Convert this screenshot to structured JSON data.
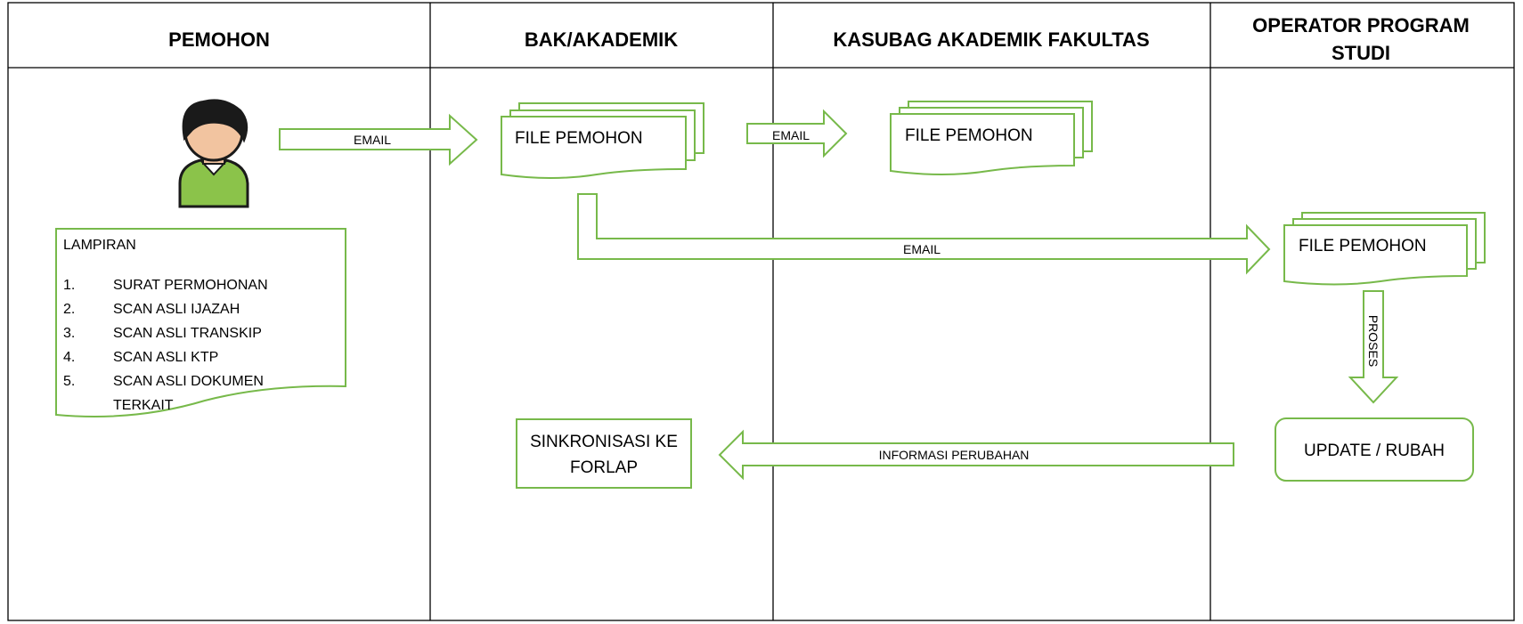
{
  "lanes": [
    "PEMOHON",
    "BAK/AKADEMIK",
    "KASUBAG AKADEMIK FAKULTAS",
    [
      "OPERATOR PROGRAM",
      "STUDI"
    ]
  ],
  "attachment": {
    "title": "LAMPIRAN",
    "items": [
      {
        "num": "1.",
        "text": [
          "SURAT PERMOHONAN"
        ]
      },
      {
        "num": "2.",
        "text": [
          "SCAN ASLI IJAZAH"
        ]
      },
      {
        "num": "3.",
        "text": [
          "SCAN ASLI TRANSKIP"
        ]
      },
      {
        "num": "4.",
        "text": [
          "SCAN ASLI KTP"
        ]
      },
      {
        "num": "5.",
        "text": [
          "SCAN ASLI DOKUMEN",
          "TERKAIT"
        ]
      }
    ]
  },
  "arrows": {
    "email_1": "EMAIL",
    "email_2": "EMAIL",
    "email_3": "EMAIL",
    "proses": "PROSES",
    "informasi": "INFORMASI PERUBAHAN"
  },
  "documents": {
    "bak": "FILE PEMOHON",
    "kasubag": "FILE PEMOHON",
    "operator": "FILE PEMOHON"
  },
  "boxes": {
    "sinkronisasi": [
      "SINKRONISASI KE",
      "FORLAP"
    ],
    "update": "UPDATE / RUBAH"
  },
  "colors": {
    "accent": "#77b94a",
    "person_shirt": "#8bc34a",
    "person_skin": "#f2c4a0",
    "person_hair": "#1a1a1a",
    "border": "#000000"
  }
}
